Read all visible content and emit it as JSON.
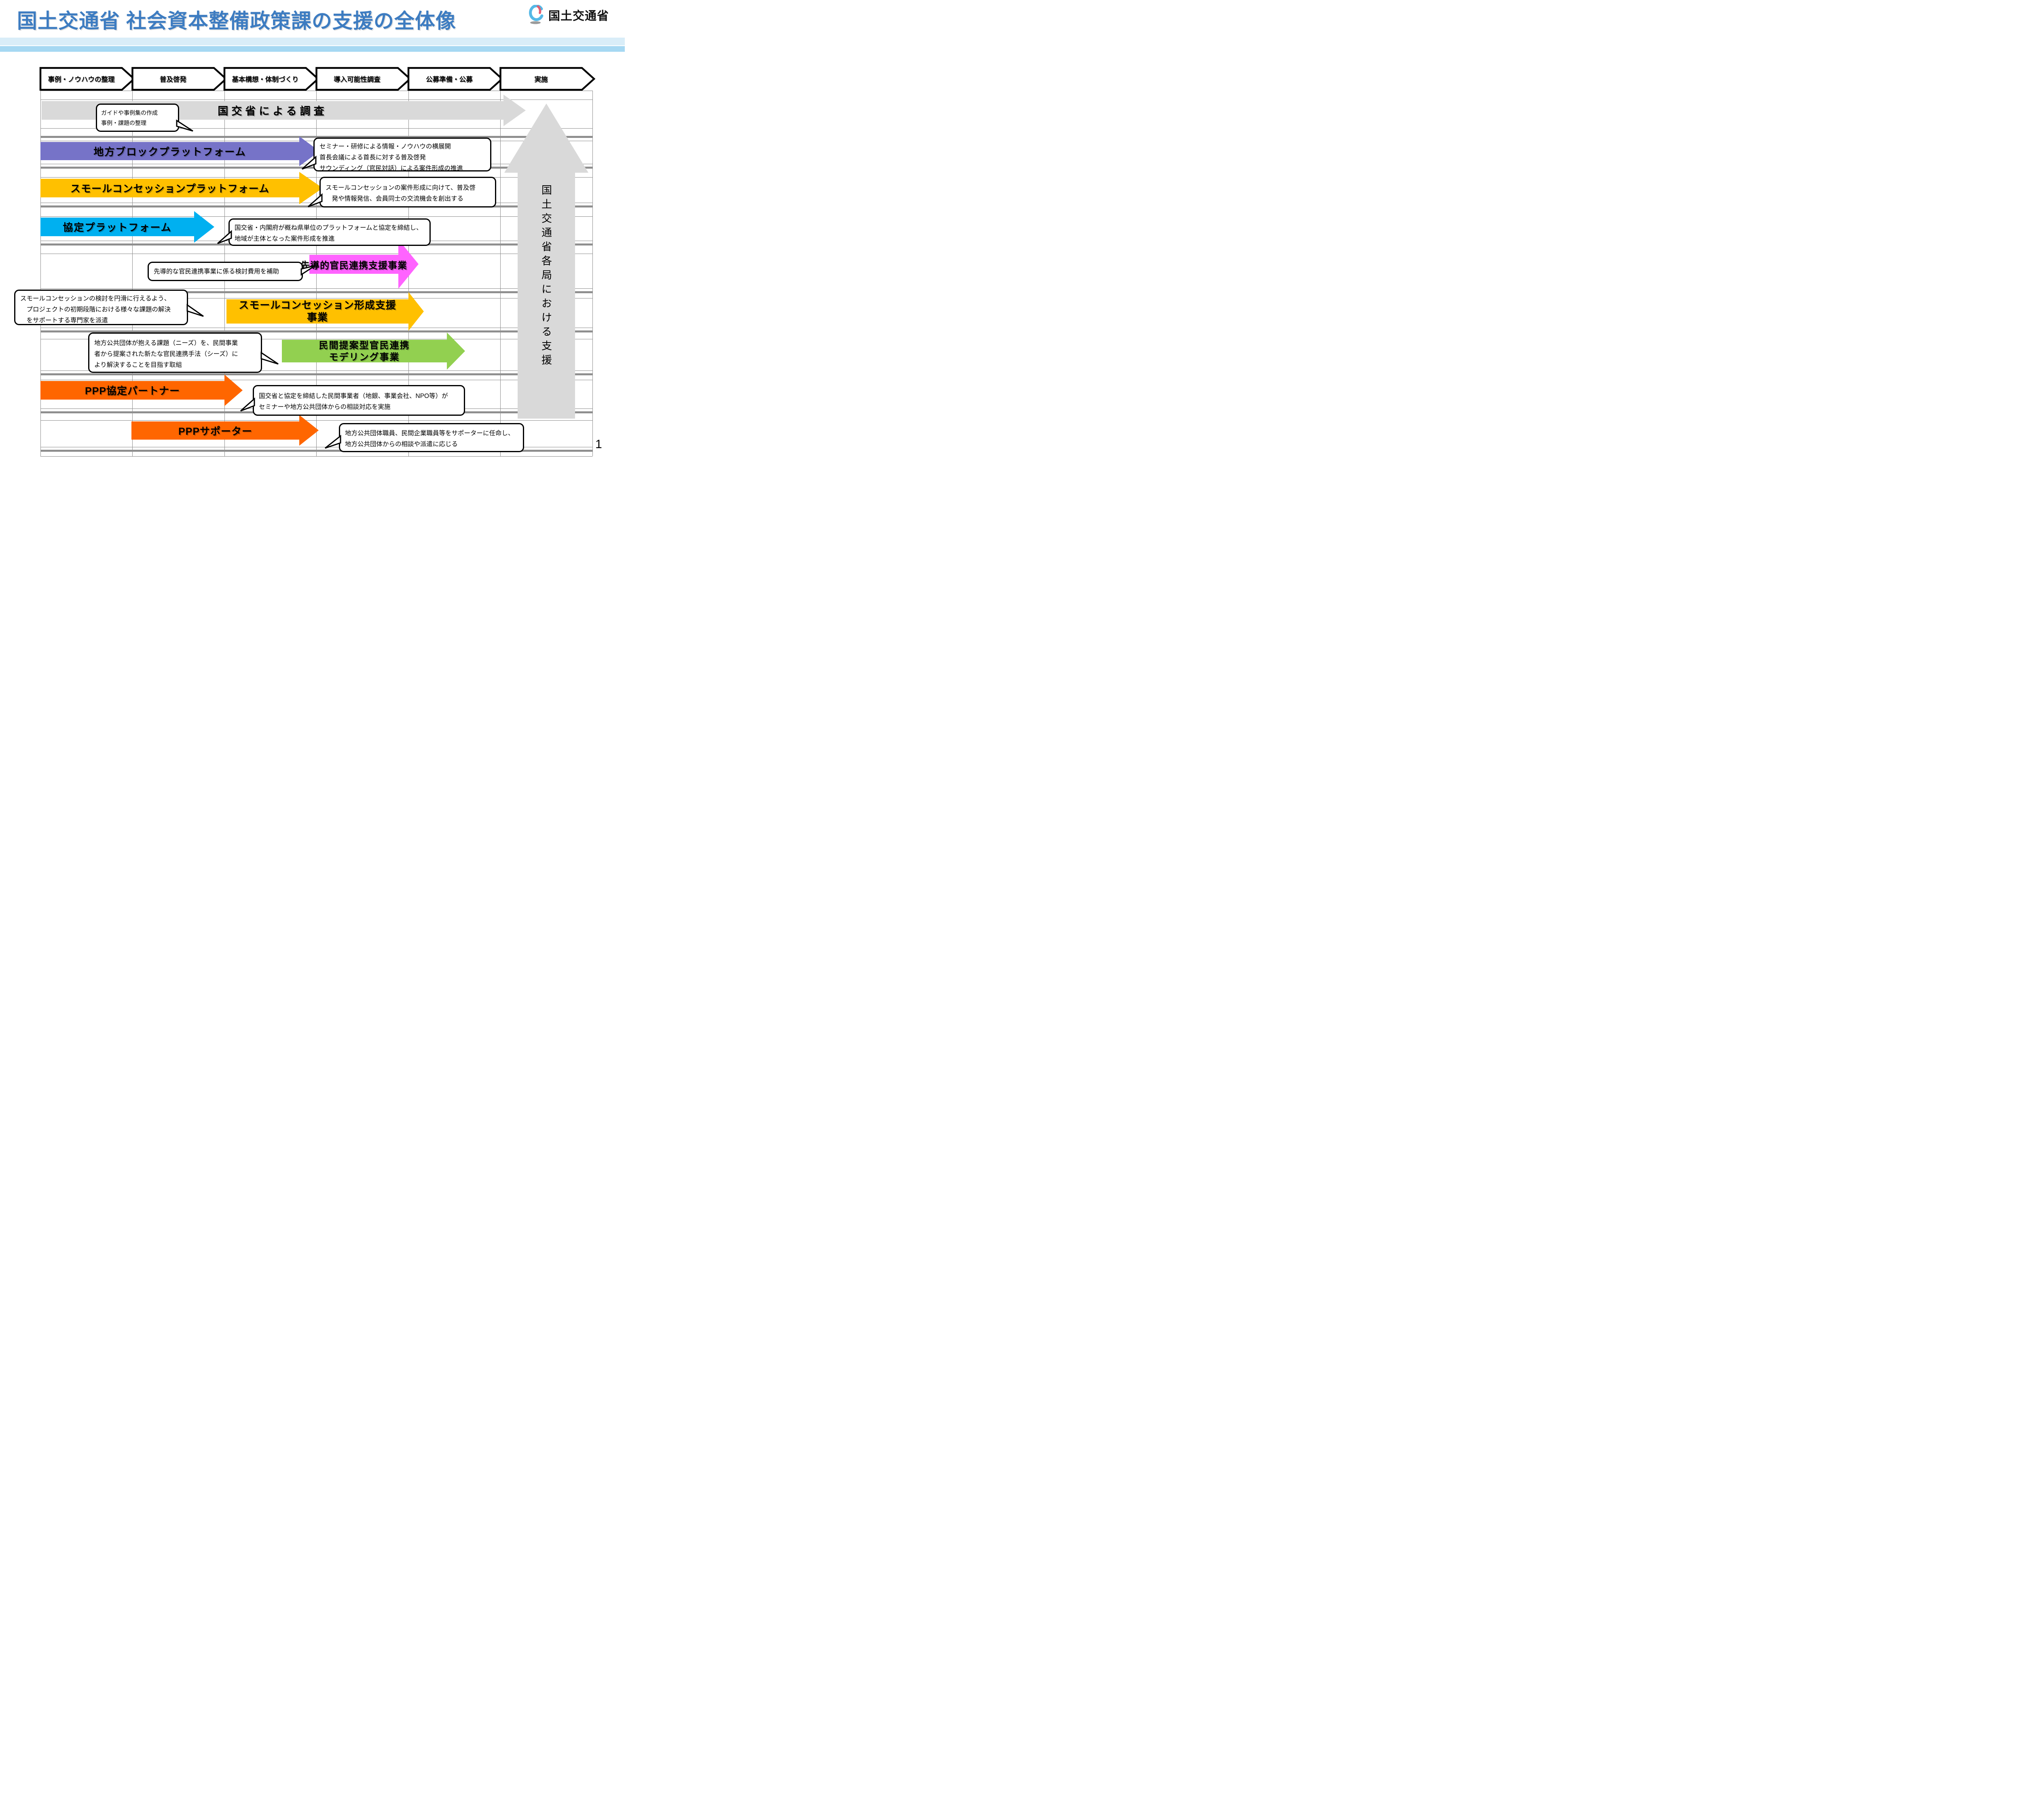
{
  "title": "国土交通省 社会資本整備政策課の支援の全体像",
  "logo": {
    "text": "国土交通省"
  },
  "page_number": "1",
  "colors": {
    "title_blue": "#3D7CC1",
    "header_band_light": "#D9EDF8",
    "header_band_blue": "#A6D8F2",
    "grid_line": "#8A8A8A",
    "gray": "#D9D9D9",
    "purple": "#7673C8",
    "yellow": "#FFC000",
    "cyan": "#00B0F0",
    "magenta": "#FF63FF",
    "green": "#92D050",
    "orange": "#FF6600"
  },
  "phases": [
    {
      "label": "事例・ノウハウの整理"
    },
    {
      "label": "普及啓発"
    },
    {
      "label": "基本構想・体制づくり"
    },
    {
      "label": "導入可能性調査"
    },
    {
      "label": "公募準備・公募"
    },
    {
      "label": "実施"
    }
  ],
  "arrows": {
    "survey": {
      "label": "国交省による調査",
      "color": "#D9D9D9"
    },
    "block_platform": {
      "label": "地方ブロックプラットフォーム",
      "color": "#7673C8"
    },
    "small_concession_platform": {
      "label": "スモールコンセッションプラットフォーム",
      "color": "#FFC000"
    },
    "agreement_platform": {
      "label": "協定プラットフォーム",
      "color": "#00B0F0"
    },
    "pioneer_support": {
      "label": "先導的官民連携支援事業",
      "color": "#FF63FF"
    },
    "small_concession_support": {
      "line1": "スモールコンセッション形成支援",
      "line2": "事業",
      "color": "#FFC000"
    },
    "private_proposal": {
      "line1": "民間提案型官民連携",
      "line2": "モデリング事業",
      "color": "#92D050"
    },
    "ppp_partner": {
      "label": "PPP協定パートナー",
      "color": "#FF6600"
    },
    "ppp_supporter": {
      "label": "PPPサポーター",
      "color": "#FF6600"
    },
    "ministry_support": {
      "label": "国土交通省各局における支援",
      "color": "#D9D9D9"
    }
  },
  "callouts": {
    "guide": {
      "lines": [
        "ガイドや事例集の作成",
        "事例・課題の整理"
      ]
    },
    "block": {
      "lines": [
        "セミナー・研修による情報・ノウハウの横展開",
        "首長会議による首長に対する普及啓発",
        "サウンディング（官民対話）による案件形成の推進"
      ]
    },
    "small_concession": {
      "lines": [
        "スモールコンセッションの案件形成に向けて、普及啓",
        "　発や情報発信、会員同士の交流機会を創出する"
      ]
    },
    "agreement": {
      "lines": [
        "国交省・内閣府が概ね県単位のプラットフォームと協定を締結し、",
        "地域が主体となった案件形成を推進"
      ]
    },
    "pioneer": {
      "lines": [
        "先導的な官民連携事業に係る検討費用を補助"
      ]
    },
    "expert": {
      "lines": [
        "スモールコンセッションの検討を円滑に行えるよう、",
        "　プロジェクトの初期段階における様々な課題の解決",
        "　をサポートする専門家を派遣"
      ]
    },
    "modeling": {
      "lines": [
        "地方公共団体が抱える課題（ニーズ）を、民間事業",
        "者から提案された新たな官民連携手法（シーズ）に",
        "より解決することを目指す取組"
      ]
    },
    "partner": {
      "lines": [
        "国交省と協定を締結した民間事業者（地銀、事業会社、NPO等）が",
        "セミナーや地方公共団体からの相談対応を実施"
      ]
    },
    "supporter": {
      "lines": [
        "地方公共団体職員、民間企業職員等をサポーターに任命し、",
        "地方公共団体からの相談や派遣に応じる"
      ]
    }
  }
}
